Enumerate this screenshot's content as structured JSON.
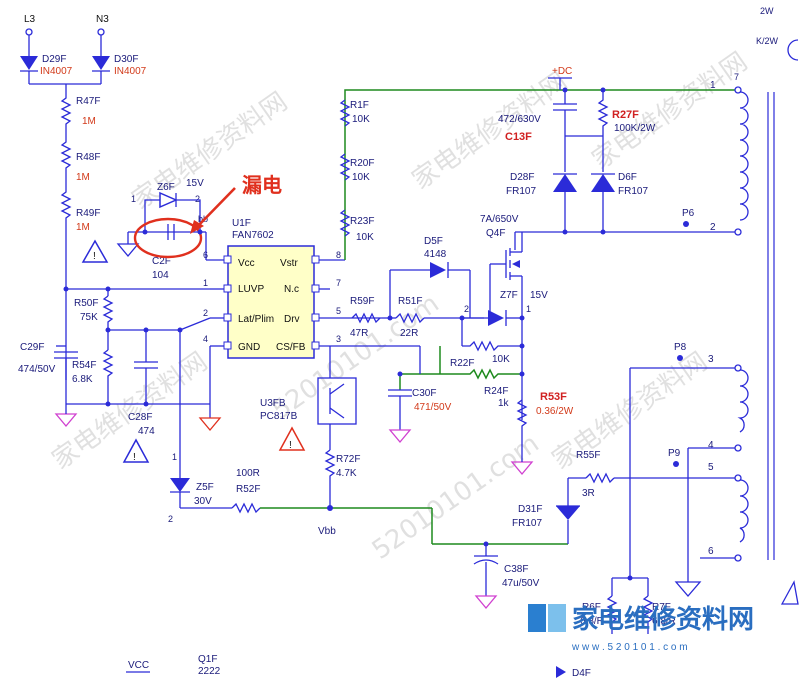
{
  "annotation": {
    "text": "漏电",
    "color": "#e0301e"
  },
  "watermark": {
    "text_cn": "家电维修资料网",
    "site": "52010101.com",
    "brand_cn": "家电维修资料网",
    "brand_url": "w w w . 5 2 0 1 0 1 . c o m"
  },
  "ic": {
    "ref": "U1F",
    "part": "FAN7602",
    "pins_left": [
      "Vcc",
      "LUVP",
      "Lat/Plim",
      "GND"
    ],
    "pins_right": [
      "Vstr",
      "N.c",
      "Drv",
      "CS/FB"
    ]
  },
  "pin_numbers": {
    "p1": "1",
    "p2": "2",
    "p3": "3",
    "p4": "4",
    "p5": "5",
    "p6": "6",
    "p7": "7",
    "p8": "8"
  },
  "components": {
    "L3": "L3",
    "N3": "N3",
    "D29F": "D29F",
    "D29F_val": "IN4007",
    "D30F": "D30F",
    "D30F_val": "IN4007",
    "R47F": "R47F",
    "R47F_val": "1M",
    "R48F": "R48F",
    "R48F_val": "1M",
    "R49F": "R49F",
    "R49F_val": "1M",
    "Z6F": "Z6F",
    "Z6F_v": "15V",
    "C2F": "C2F",
    "C2F_val": "104",
    "R1F": "R1F",
    "R1F_val": "10K",
    "R20F": "R20F",
    "R20F_val": "10K",
    "R23F": "R23F",
    "R23F_val": "10K",
    "DC": "+DC",
    "C13F_val": "472/630V",
    "C13F": "C13F",
    "R27F": "R27F",
    "R27F_val": "100K/2W",
    "D28F": "D28F",
    "D28F_val": "FR107",
    "D6F": "D6F",
    "D6F_val": "FR107",
    "Q4F_val": "7A/650V",
    "Q4F": "Q4F",
    "D5F": "D5F",
    "D5F_val": "4148",
    "Z7F": "Z7F",
    "Z7F_v": "15V",
    "R59F": "R59F",
    "R59F_val": "47R",
    "R51F": "R51F",
    "R51F_val": "22R",
    "R22F": "R22F",
    "R22F_val": "10K",
    "R24F": "R24F",
    "R24F_val": "1k",
    "R53F": "R53F",
    "R53F_val": "0.36/2W",
    "C30F": "C30F",
    "C30F_val": "471/50V",
    "R50F": "R50F",
    "R50F_val": "75K",
    "R54F": "R54F",
    "R54F_val": "6.8K",
    "C29F": "C29F",
    "C29F_val": "474/50V",
    "C28F": "C28F",
    "C28F_val": "474",
    "U3FB": "U3FB",
    "U3FB_val": "PC817B",
    "R72F": "R72F",
    "R72F_val": "4.7K",
    "Z5F": "Z5F",
    "Z5F_v": "30V",
    "R52F": "R52F",
    "R52F_val": "100R",
    "Vbb": "Vbb",
    "R55F": "R55F",
    "R55F_val": "3R",
    "D31F": "D31F",
    "D31F_val": "FR107",
    "C38F": "C38F",
    "C38F_val": "47u/50V",
    "R6F": "R6F",
    "R6F_val": "6.8/R",
    "R7F": "R7F",
    "R7F_val": "6.8/R",
    "P6": "P6",
    "P8": "P8",
    "P9": "P9",
    "VCC": "VCC",
    "Q1F": "Q1F",
    "Q1F_val": "2222",
    "D4F": "D4F",
    "bb": "bb",
    "two_w": "2W",
    "k2w": "K/2W"
  },
  "transformer_pins": {
    "t1": "1",
    "t2": "2",
    "t3": "3",
    "t4": "4",
    "t5": "5",
    "t6": "6",
    "t7": "7"
  }
}
